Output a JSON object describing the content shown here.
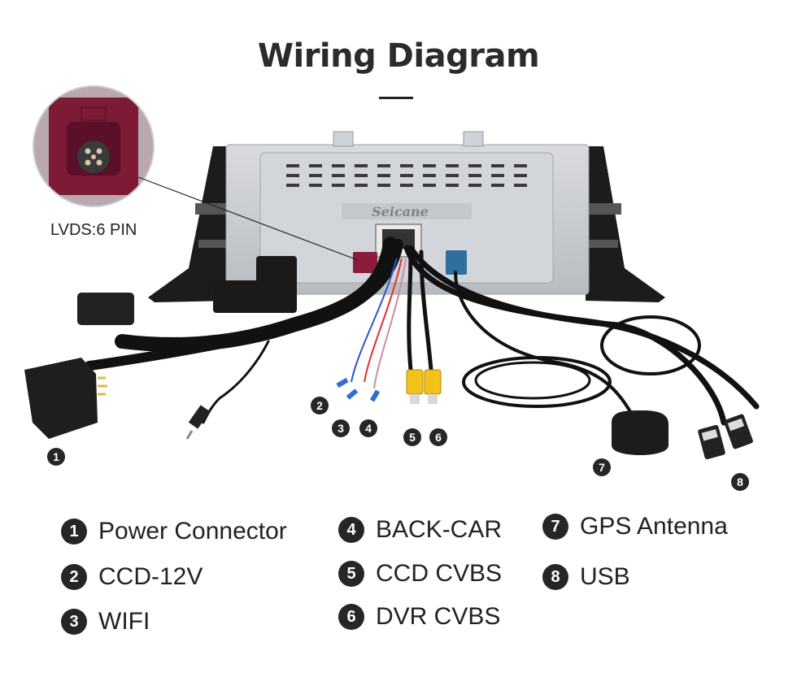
{
  "title": "Wiring Diagram",
  "brand": "Seicane",
  "lvds_label": "LVDS:6 PIN",
  "callouts": [
    "1",
    "2",
    "3",
    "4",
    "5",
    "6",
    "7",
    "8"
  ],
  "legend": [
    {
      "num": "1",
      "label": "Power Connector"
    },
    {
      "num": "2",
      "label": "CCD-12V"
    },
    {
      "num": "3",
      "label": "WIFI"
    },
    {
      "num": "4",
      "label": "BACK-CAR"
    },
    {
      "num": "5",
      "label": "CCD CVBS"
    },
    {
      "num": "6",
      "label": "DVR CVBS"
    },
    {
      "num": "7",
      "label": "GPS Antenna"
    },
    {
      "num": "8",
      "label": "USB"
    }
  ],
  "colors": {
    "lvds_connector": "#8b1c3c",
    "fakra_blue": "#2f6f9e",
    "rca_yellow": "#f2c21b",
    "cable": "#111111",
    "chassis": "#c9ccd0"
  }
}
